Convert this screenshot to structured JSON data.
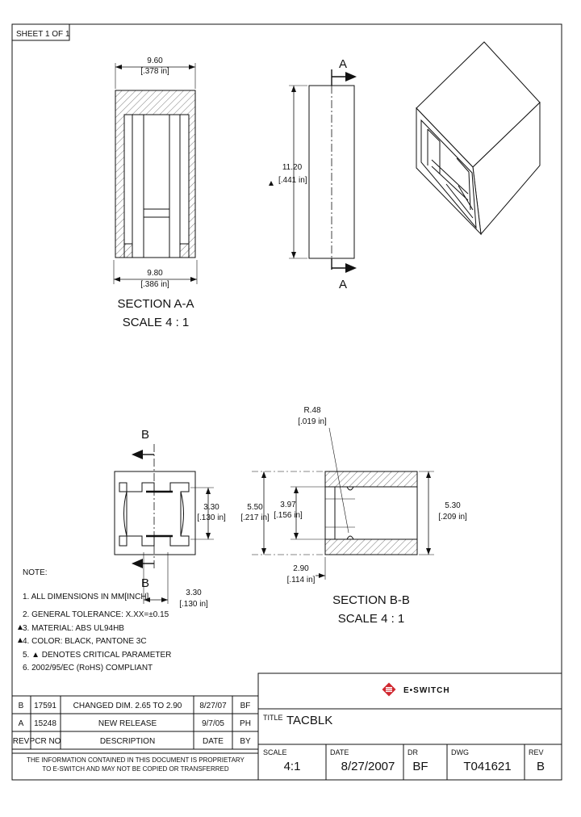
{
  "sheet_label": "SHEET 1 OF 1",
  "section_aa": {
    "top_dim_mm": "9.60",
    "top_dim_in": "[.378 in]",
    "bottom_dim_mm": "9.80",
    "bottom_dim_in": "[.386 in]",
    "title": "SECTION  A-A",
    "scale": "SCALE 4 : 1"
  },
  "side_view": {
    "arrow_label_top": "A",
    "arrow_label_bottom": "A",
    "height_mm": "11.20",
    "height_in": "[.441 in]"
  },
  "front_view": {
    "arrow_label_top": "B",
    "arrow_label_bottom": "B",
    "height_mm": "3.30",
    "height_in": "[.130 in]",
    "width_mm": "3.30",
    "width_in": "[.130 in]"
  },
  "section_bb": {
    "radius_mm": "R.48",
    "radius_in": "[.019 in]",
    "left_mm": "5.50",
    "left_in": "[.217 in]",
    "inner_mm": "3.97",
    "inner_in": "[.156 in]",
    "right_mm": "5.30",
    "right_in": "[.209 in]",
    "bottom_mm": "2.90",
    "bottom_in": "[.114 in]",
    "title": "SECTION  B-B",
    "scale": "SCALE 4 : 1"
  },
  "notes": {
    "heading": "NOTE:",
    "items": [
      "1. ALL DIMENSIONS IN MM[INCH]",
      "2. GENERAL TOLERANCE: X.XX=±0.15",
      "3. MATERIAL: ABS UL94HB",
      "4. COLOR: BLACK, PANTONE 3C",
      "5. ▲ DENOTES CRITICAL PARAMETER",
      "6. 2002/95/EC (RoHS) COMPLIANT"
    ]
  },
  "revisions": {
    "headers": [
      "REV",
      "PCR NO",
      "DESCRIPTION",
      "DATE",
      "BY"
    ],
    "rows": [
      [
        "B",
        "17591",
        "CHANGED DIM. 2.65 TO 2.90",
        "8/27/07",
        "BF"
      ],
      [
        "A",
        "15248",
        "NEW RELEASE",
        "9/7/05",
        "PH"
      ]
    ]
  },
  "disclaimer": [
    "THE INFORMATION CONTAINED IN THIS DOCUMENT IS PROPRIETARY",
    "TO E-SWITCH AND MAY NOT BE COPIED OR TRANSFERRED"
  ],
  "title_block": {
    "logo_text": "E•SWITCH",
    "title_label": "TITLE",
    "title_value": "TACBLK",
    "scale_label": "SCALE",
    "scale_value": "4:1",
    "date_label": "DATE",
    "date_value": "8/27/2007",
    "dr_label": "DR",
    "dr_value": "BF",
    "dwg_label": "DWG",
    "dwg_value": "T041621",
    "rev_label": "REV",
    "rev_value": "B"
  },
  "colors": {
    "logo_red": "#d0272f",
    "line": "#111111"
  }
}
